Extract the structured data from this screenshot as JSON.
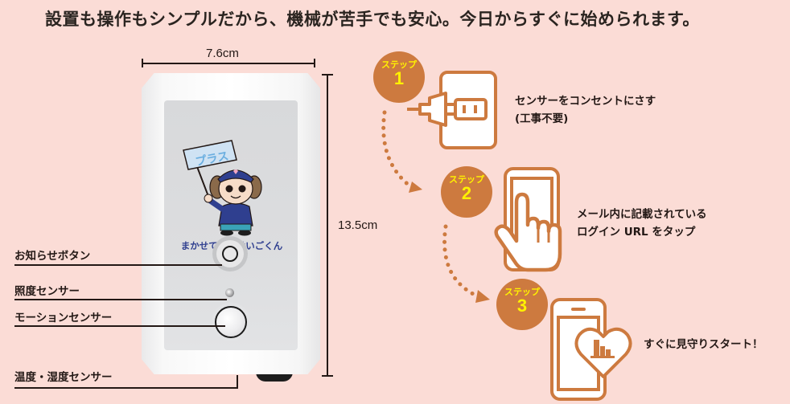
{
  "headline": "設置も操作もシンプルだから、機械が苦手でも安心。今日からすぐに始められます。",
  "device": {
    "width_label": "7.6cm",
    "height_label": "13.5cm",
    "mascot_sign": "プラス",
    "mascot_caption": "まかせて安心けいごくん",
    "parts": [
      {
        "label": "お知らせボタン"
      },
      {
        "label": "照度センサー"
      },
      {
        "label": "モーションセンサー"
      },
      {
        "label": "温度・湿度センサー"
      }
    ]
  },
  "steps": [
    {
      "badge_word": "ステップ",
      "number": "1",
      "icon": "plug-outlet-icon",
      "lines": [
        "センサーをコンセントにさす",
        "(工事不要)"
      ]
    },
    {
      "badge_word": "ステップ",
      "number": "2",
      "icon": "tap-phone-icon",
      "lines": [
        "メール内に記載されている",
        "ログイン URL をタップ"
      ]
    },
    {
      "badge_word": "ステップ",
      "number": "3",
      "icon": "phone-heart-chart-icon",
      "lines": [
        "すぐに見守りスタート！"
      ]
    }
  ],
  "colors": {
    "background": "#fbdcd6",
    "accent_orange": "#cd7a3f",
    "badge_text_yellow": "#fff200",
    "text_dark": "#231815",
    "mascot_blue": "#2f3f8f",
    "sign_blue": "#6aaee0"
  }
}
